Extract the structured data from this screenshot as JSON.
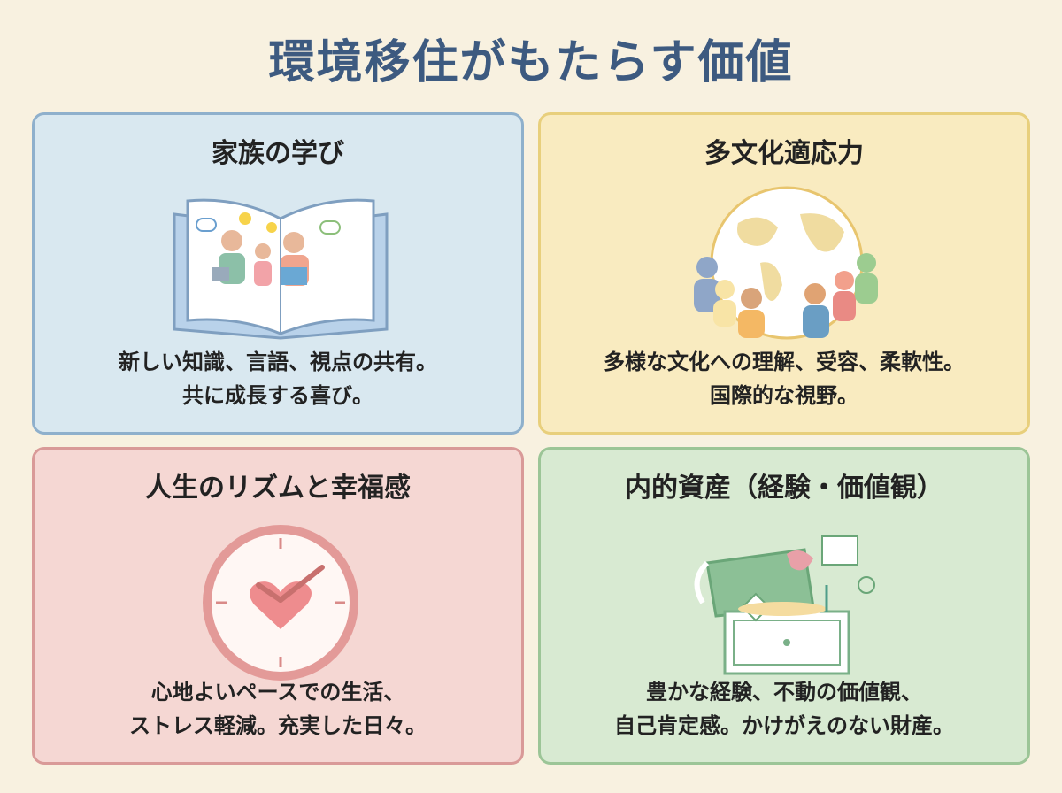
{
  "title": "環境移住がもたらす価値",
  "panels": [
    {
      "heading": "家族の学び",
      "icon": "open-book-family-icon",
      "lines": [
        "新しい知識、言語、視点の共有。",
        "共に成長する喜び。"
      ],
      "color": "#d9e8f0"
    },
    {
      "heading": "多文化適応力",
      "icon": "globe-people-icon",
      "lines": [
        "多様な文化への理解、受容、柔軟性。",
        "国際的な視野。"
      ],
      "color": "#f9ebc0"
    },
    {
      "heading": "人生のリズムと幸福感",
      "icon": "clock-heart-icon",
      "lines": [
        "心地よいペースでの生活、",
        "ストレス軽減。充実した日々。"
      ],
      "color": "#f5d7d3"
    },
    {
      "heading": "内的資産（経験・価値観）",
      "icon": "treasure-chest-icon",
      "lines": [
        "豊かな経験、不動の価値観、",
        "自己肯定感。かけがえのない財産。"
      ],
      "color": "#d8ead2"
    }
  ]
}
